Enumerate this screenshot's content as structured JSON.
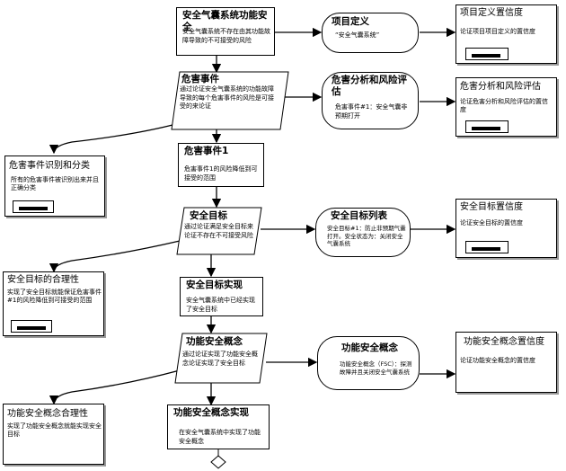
{
  "nodes": {
    "safety_goal_func": {
      "title": "安全气囊系统功能安全",
      "body": "安全气囊系统不存在由其功能故障导致的不可接受的风险"
    },
    "item_def": {
      "title": "项目定义",
      "body": "“安全气囊系统”"
    },
    "item_def_conf": {
      "title": "项目定义置信度",
      "body": "论证项目项目定义的置信度"
    },
    "hazard_event": {
      "title": "危害事件",
      "body": "通过论证安全气囊系统的功能故障导致的每个危害事件的风险是可接受的来论证"
    },
    "hara": {
      "title": "危害分析和风险评估",
      "body": "危害事件#1：安全气囊非预期打开"
    },
    "hara_conf": {
      "title": "危害分析和风险评估",
      "body": "论证危害分析和风险评估的置信度"
    },
    "hazard_id": {
      "title": "危害事件识别和分类",
      "body": "所有的危害事件被识别出来并且正确分类"
    },
    "hazard_event_1": {
      "title": "危害事件1",
      "body": "危害事件1的风险降低到可接受的范围"
    },
    "safety_goal": {
      "title": "安全目标",
      "body": "通过论证满足安全目标来论证不存在不可接受风险"
    },
    "safety_goal_list": {
      "title": "安全目标列表",
      "body": "安全目标#1：防止非预期气囊打开。安全状态为：关闭安全气囊系统"
    },
    "safety_goal_conf": {
      "title": "安全目标置信度",
      "body": "论证安全目标的置信度"
    },
    "safety_goal_reason": {
      "title": "安全目标的合理性",
      "body": "实现了安全目标就能保证危害事件#1的风险降低到可接受的范围"
    },
    "safety_goal_impl": {
      "title": "安全目标实现",
      "body": "安全气囊系统中已经实现了安全目标"
    },
    "fsc": {
      "title": "功能安全概念",
      "body": "通过论证实现了功能安全概念论证实现了安全目标"
    },
    "fsc_def": {
      "title": "功能安全概念",
      "body": "功能安全概念（FSC）：探测故障并且关闭安全气囊系统"
    },
    "fsc_conf": {
      "title": "功能安全概念置信度",
      "body": "论证功能安全概念的置信度"
    },
    "fsc_reason": {
      "title": "功能安全概念合理性",
      "body": "实现了功能安全概念就能实现安全目标"
    },
    "fsc_impl": {
      "title": "功能安全概念实现",
      "body": "在安全气囊系统中实现了功能安全概念"
    }
  }
}
